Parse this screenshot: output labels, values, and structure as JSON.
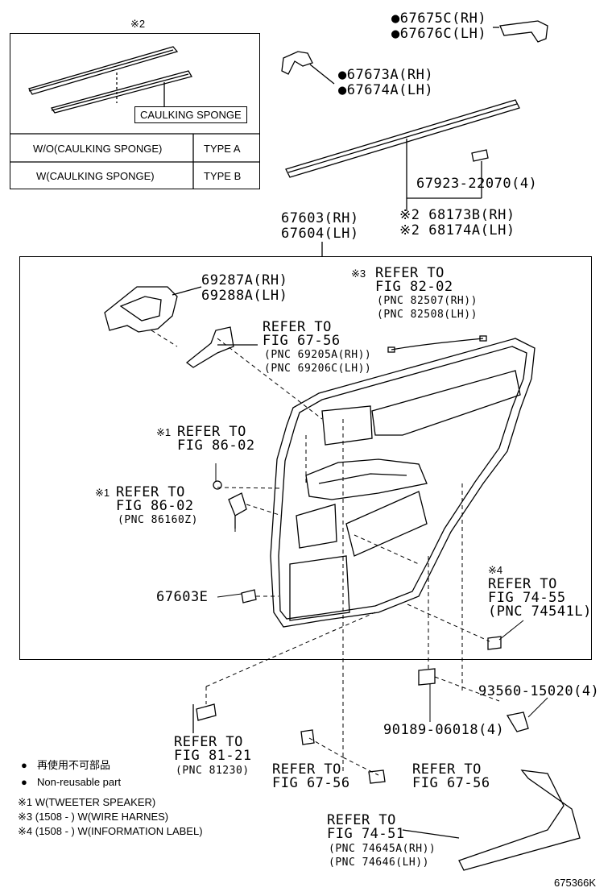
{
  "legend": {
    "ref_mark": "※2",
    "caulking_label": "CAULKING SPONGE",
    "rows": [
      {
        "condition": "W/O(CAULKING SPONGE)",
        "type": "TYPE A"
      },
      {
        "condition": "W(CAULKING SPONGE)",
        "type": "TYPE B"
      }
    ]
  },
  "parts": {
    "p67675": [
      "●67675C(RH)",
      "●67676C(LH)"
    ],
    "p67673": [
      "●67673A(RH)",
      "●67674A(LH)"
    ],
    "p67923": "67923-22070(4)",
    "p68173": [
      "※2 68173B(RH)",
      "※2 68174A(LH)"
    ],
    "p67603": [
      "67603(RH)",
      "67604(LH)"
    ],
    "p69287": [
      "69287A(RH)",
      "69288A(LH)"
    ],
    "p67603e": "67603E",
    "p93560": "93560-15020(4)",
    "p90189": "90189-06018(4)"
  },
  "refs": {
    "fig82": {
      "mark": "※3",
      "lines": [
        "REFER TO",
        "FIG 82-02"
      ],
      "pnc": [
        "(PNC 82507(RH))",
        "(PNC 82508(LH))"
      ]
    },
    "fig67a": {
      "lines": [
        "REFER TO",
        "FIG 67-56"
      ],
      "pnc": [
        "(PNC 69205A(RH))",
        "(PNC 69206C(LH))"
      ]
    },
    "fig86a": {
      "mark": "※1",
      "lines": [
        "REFER TO",
        "FIG 86-02"
      ]
    },
    "fig86b": {
      "mark": "※1",
      "lines": [
        "REFER TO",
        "FIG 86-02"
      ],
      "pnc": [
        "(PNC 86160Z)"
      ]
    },
    "fig74a": {
      "mark": "※4",
      "lines": [
        "REFER TO",
        "FIG 74-55"
      ],
      "pnc": [
        "(PNC 74541L)"
      ]
    },
    "fig81": {
      "lines": [
        "REFER TO",
        "FIG 81-21"
      ],
      "pnc": [
        "(PNC 81230)"
      ]
    },
    "fig67b": {
      "lines": [
        "REFER TO",
        "FIG 67-56"
      ]
    },
    "fig67c": {
      "lines": [
        "REFER TO",
        "FIG 67-56"
      ]
    },
    "fig74b": {
      "lines": [
        "REFER TO",
        "FIG 74-51"
      ],
      "pnc": [
        "(PNC 74645A(RH))",
        "(PNC 74646(LH))"
      ]
    }
  },
  "notes": {
    "nonreuse_jp": "再使用不可部品",
    "nonreuse_en": "Non-reusable part",
    "n1": "※1 W(TWEETER SPEAKER)",
    "n3": "※3 (1508 -     ) W(WIRE HARNES)",
    "n4": "※4 (1508 -     ) W(INFORMATION LABEL)"
  },
  "figure_id": "675366K"
}
